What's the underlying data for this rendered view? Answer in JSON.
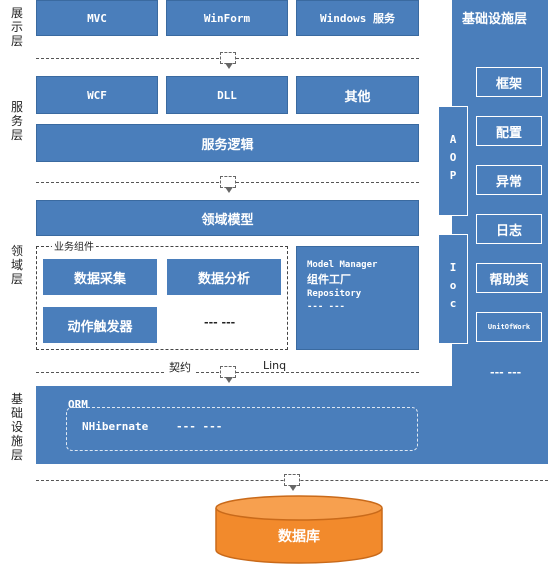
{
  "layers": {
    "presentation": "展示层",
    "service": "服务层",
    "domain": "领域层",
    "infrastructure": "基础设施层"
  },
  "presentation_boxes": [
    "MVC",
    "WinForm",
    "Windows 服务"
  ],
  "service_boxes": [
    "WCF",
    "DLL",
    "其他"
  ],
  "service_logic": "服务逻辑",
  "domain_model": "领域模型",
  "business_group_label": "业务组件",
  "business_boxes": [
    "数据采集",
    "数据分析",
    "动作触发器",
    "--- ---"
  ],
  "model_manager_lines": [
    "Model Manager",
    "组件工厂",
    "Repository",
    "--- ---"
  ],
  "contract_label": "契约",
  "linq_label": "Linq",
  "infra_panel": {
    "title": "基础设施层",
    "items": [
      "框架",
      "配置",
      "异常",
      "日志",
      "帮助类",
      "UnitOfWork",
      "--- ---"
    ]
  },
  "aop_label": "AOP",
  "ioc_label": "Ioc",
  "orm_label": "ORM",
  "nhibernate_label": "NHibernate",
  "nhibernate_more": "--- ---",
  "database_label": "数据库"
}
